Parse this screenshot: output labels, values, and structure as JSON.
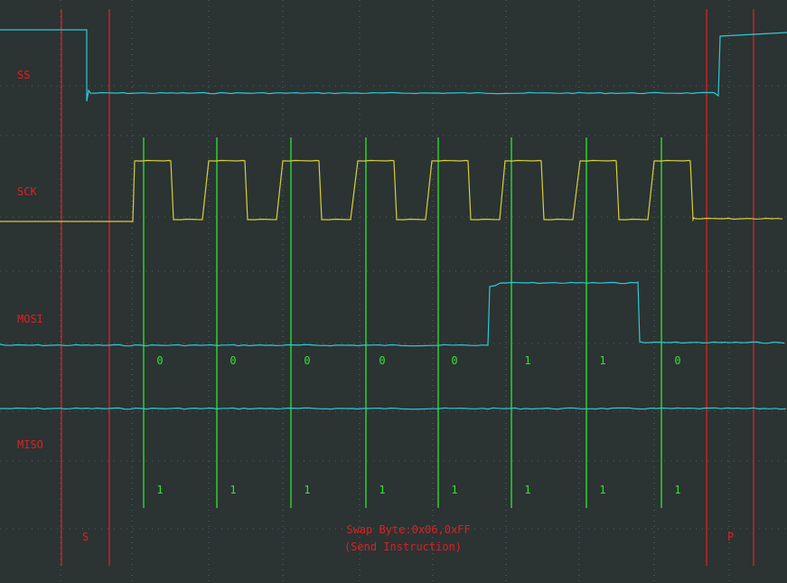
{
  "colors": {
    "background": "#2b3333",
    "grid": "#5f7a7a",
    "marker": "#e01f1f",
    "sample": "#2ee62e",
    "ss": "#2fc8d4",
    "sck": "#d6cf3a",
    "mosi": "#2fc8d4",
    "miso": "#2fc8d4",
    "label": "#e02020"
  },
  "chart_data": {
    "type": "line",
    "channels": [
      "SS",
      "SCK",
      "MOSI",
      "MISO"
    ],
    "markers": [
      "S",
      "P"
    ],
    "mosi_bits": [
      "0",
      "0",
      "0",
      "0",
      "0",
      "1",
      "1",
      "0"
    ],
    "miso_bits": [
      "1",
      "1",
      "1",
      "1",
      "1",
      "1",
      "1",
      "1"
    ],
    "decode": {
      "line1": "Swap Byte:0x06,0xFF",
      "line2": "(Send Instruction)"
    }
  }
}
